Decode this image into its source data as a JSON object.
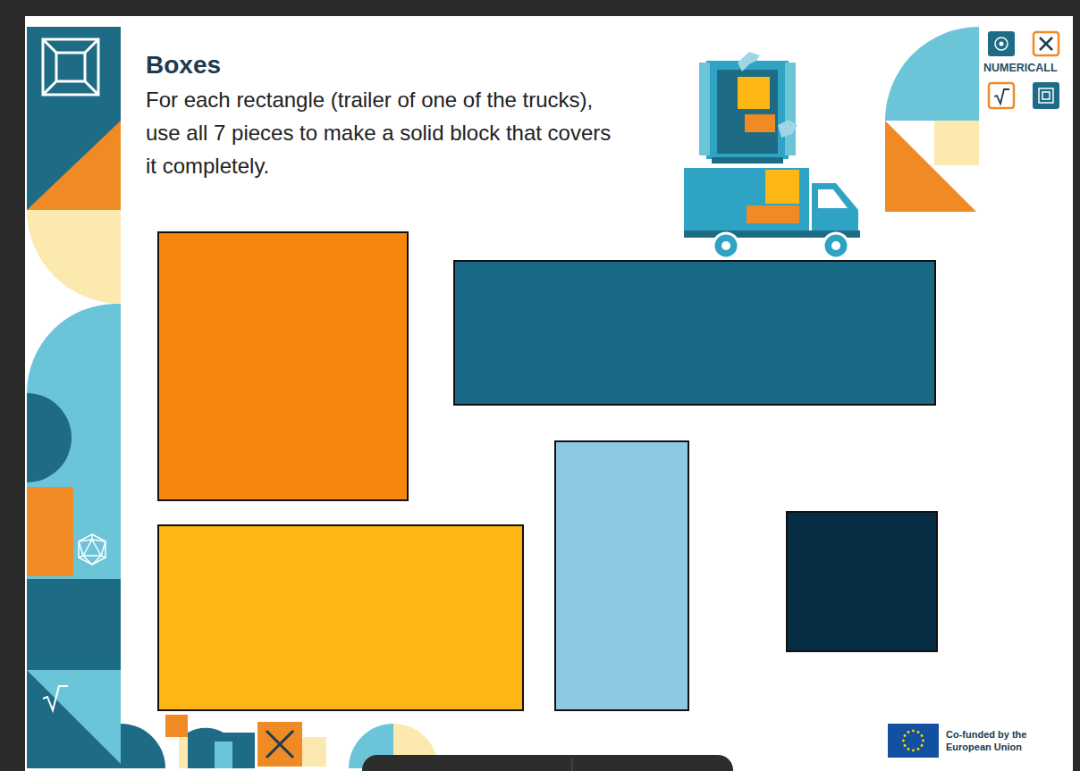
{
  "diagram": {
    "title": "Boxes",
    "labels": [
      "For each rectangle (trailer of one of the trucks), use all 7 pieces to make a solid block that covers it completely.",
      "NUMERICALL",
      "Co-funded by the European Union"
    ]
  }
}
